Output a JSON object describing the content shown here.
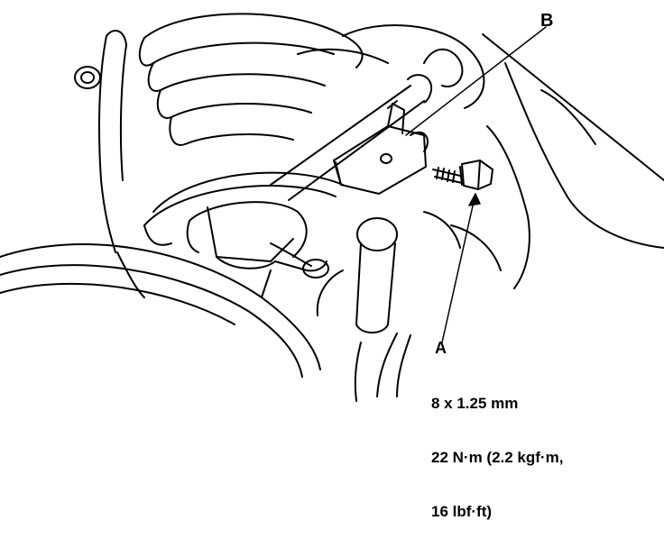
{
  "callouts": {
    "b": {
      "letter": "B"
    },
    "a": {
      "letter": "A",
      "spec_lines": [
        "8 x 1.25 mm",
        "22 N·m (2.2 kgf·m,",
        "16 lbf·ft)"
      ]
    }
  },
  "colors": {
    "ink": "#000000",
    "paper": "#ffffff"
  }
}
